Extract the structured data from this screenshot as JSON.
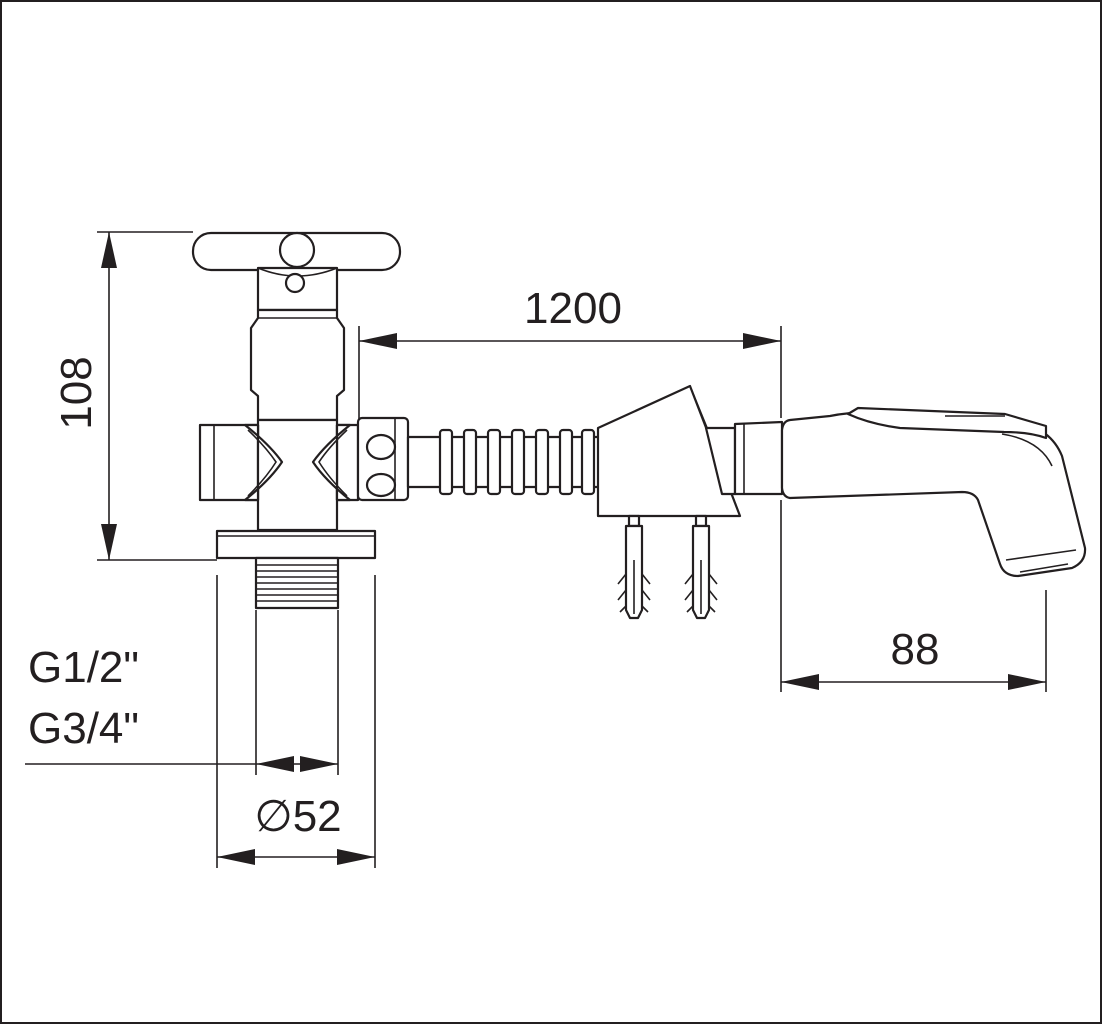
{
  "dimensions": {
    "height": "108",
    "hose_length": "1200",
    "thread_a": "G1/2\"",
    "thread_b": "G3/4\"",
    "diameter": "∅52",
    "handset_length": "88"
  },
  "colors": {
    "line": "#231f20",
    "background": "#ffffff"
  }
}
